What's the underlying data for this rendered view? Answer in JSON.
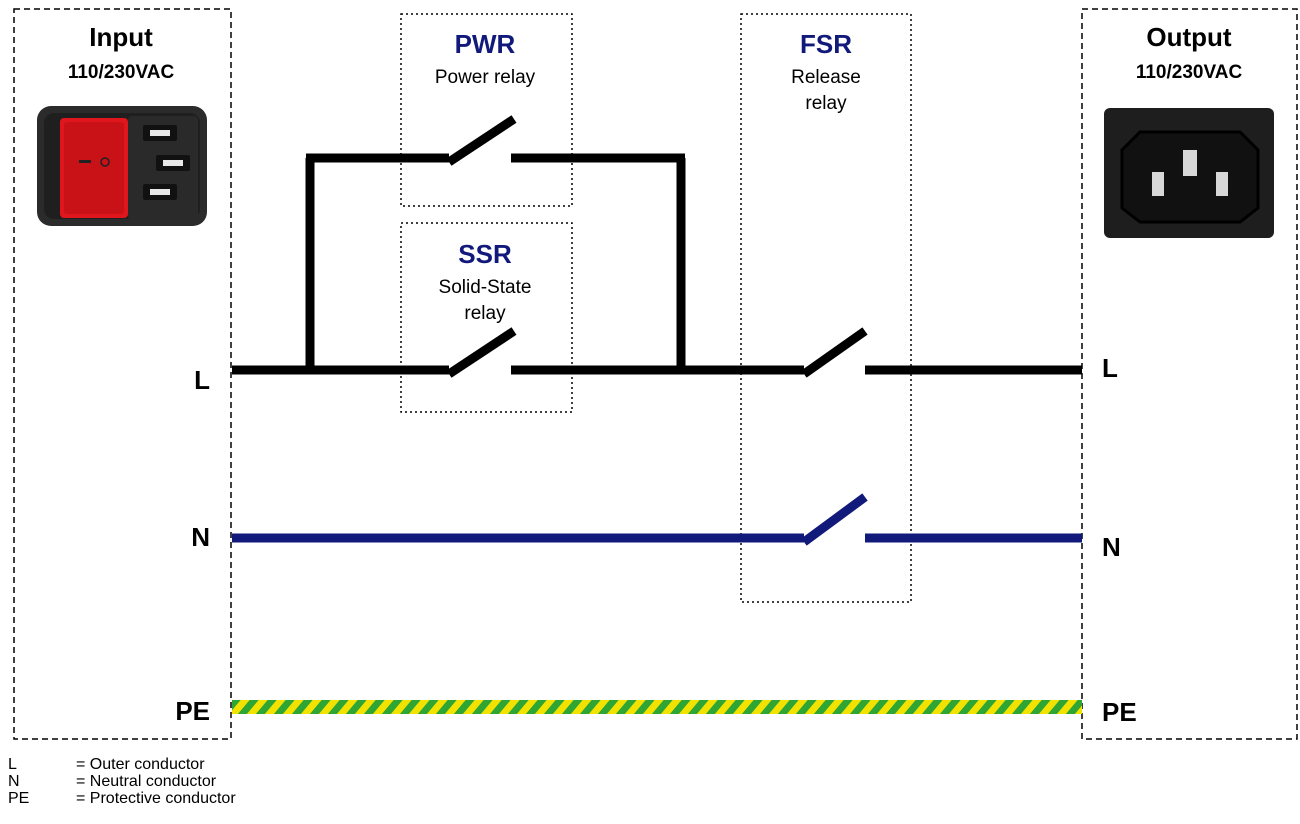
{
  "input": {
    "title": "Input",
    "voltage": "110/230VAC"
  },
  "output": {
    "title": "Output",
    "voltage": "110/230VAC"
  },
  "relays": {
    "pwr": {
      "code": "PWR",
      "desc1": "Power relay"
    },
    "ssr": {
      "code": "SSR",
      "desc1": "Solid-State",
      "desc2": "relay"
    },
    "fsr": {
      "code": "FSR",
      "desc1": "Release",
      "desc2": "relay"
    }
  },
  "wires": {
    "l_in": "L",
    "n_in": "N",
    "pe_in": "PE",
    "l_out": "L",
    "n_out": "N",
    "pe_out": "PE"
  },
  "colors": {
    "line": "#000000",
    "neutral": "#11197a",
    "earth_yellow": "#f2e200",
    "earth_green": "#2fa534",
    "relay_title": "#11197a",
    "switch_red": "#e0161c"
  },
  "icons": {
    "input": "iec-inlet-with-switch-icon",
    "output": "iec-c13-outlet-icon"
  },
  "legend": [
    {
      "key": "L",
      "desc": "= Outer conductor"
    },
    {
      "key": "N",
      "desc": "= Neutral conductor"
    },
    {
      "key": "PE",
      "desc": "= Protective conductor"
    }
  ]
}
